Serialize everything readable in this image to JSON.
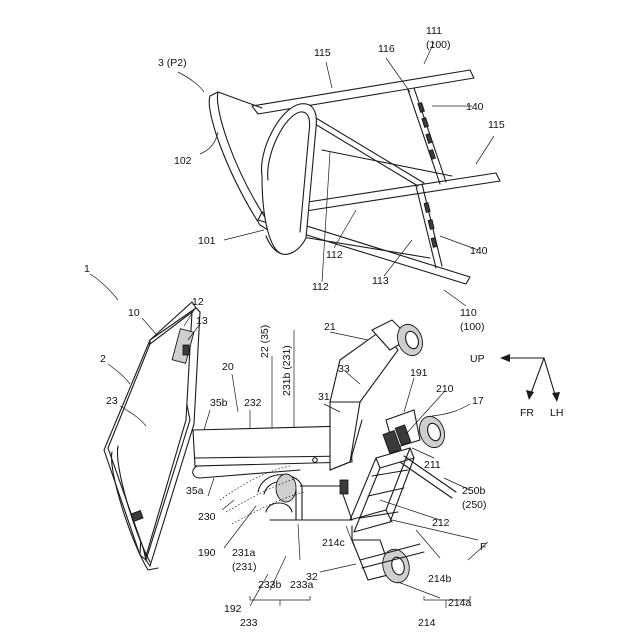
{
  "labels": {
    "l1": "1",
    "l2": "2",
    "l10": "10",
    "l12": "12",
    "l13": "13",
    "l20": "20",
    "l21": "21",
    "l22": "22 (35)",
    "l23": "23",
    "l31": "31",
    "l32": "32",
    "l33": "33",
    "l35a": "35a",
    "l35b": "35b",
    "l17": "17",
    "l190": "190",
    "l191": "191",
    "l192": "192",
    "l210": "210",
    "l211": "211",
    "l212": "212",
    "l230": "230",
    "l231a": "231a",
    "l231a_p": "(231)",
    "l231b": "231b (231)",
    "l232": "232",
    "l233": "233",
    "l233a": "233a",
    "l233b": "233b",
    "l214": "214",
    "l214a": "214a",
    "l214b": "214b",
    "l214c": "214c",
    "l250b": "250b",
    "l250b_p": "(250)",
    "lF": "F",
    "l3": "3 (P2)",
    "l101": "101",
    "l102": "102",
    "l110": "110",
    "l110_p": "(100)",
    "l111": "111",
    "l111_p": "(100)",
    "l112a": "112",
    "l112b": "112",
    "l113": "113",
    "l115a": "115",
    "l115b": "115",
    "l116": "116",
    "l140a": "140",
    "l140b": "140"
  },
  "axes": {
    "up": "UP",
    "fr": "FR",
    "lh": "LH"
  }
}
